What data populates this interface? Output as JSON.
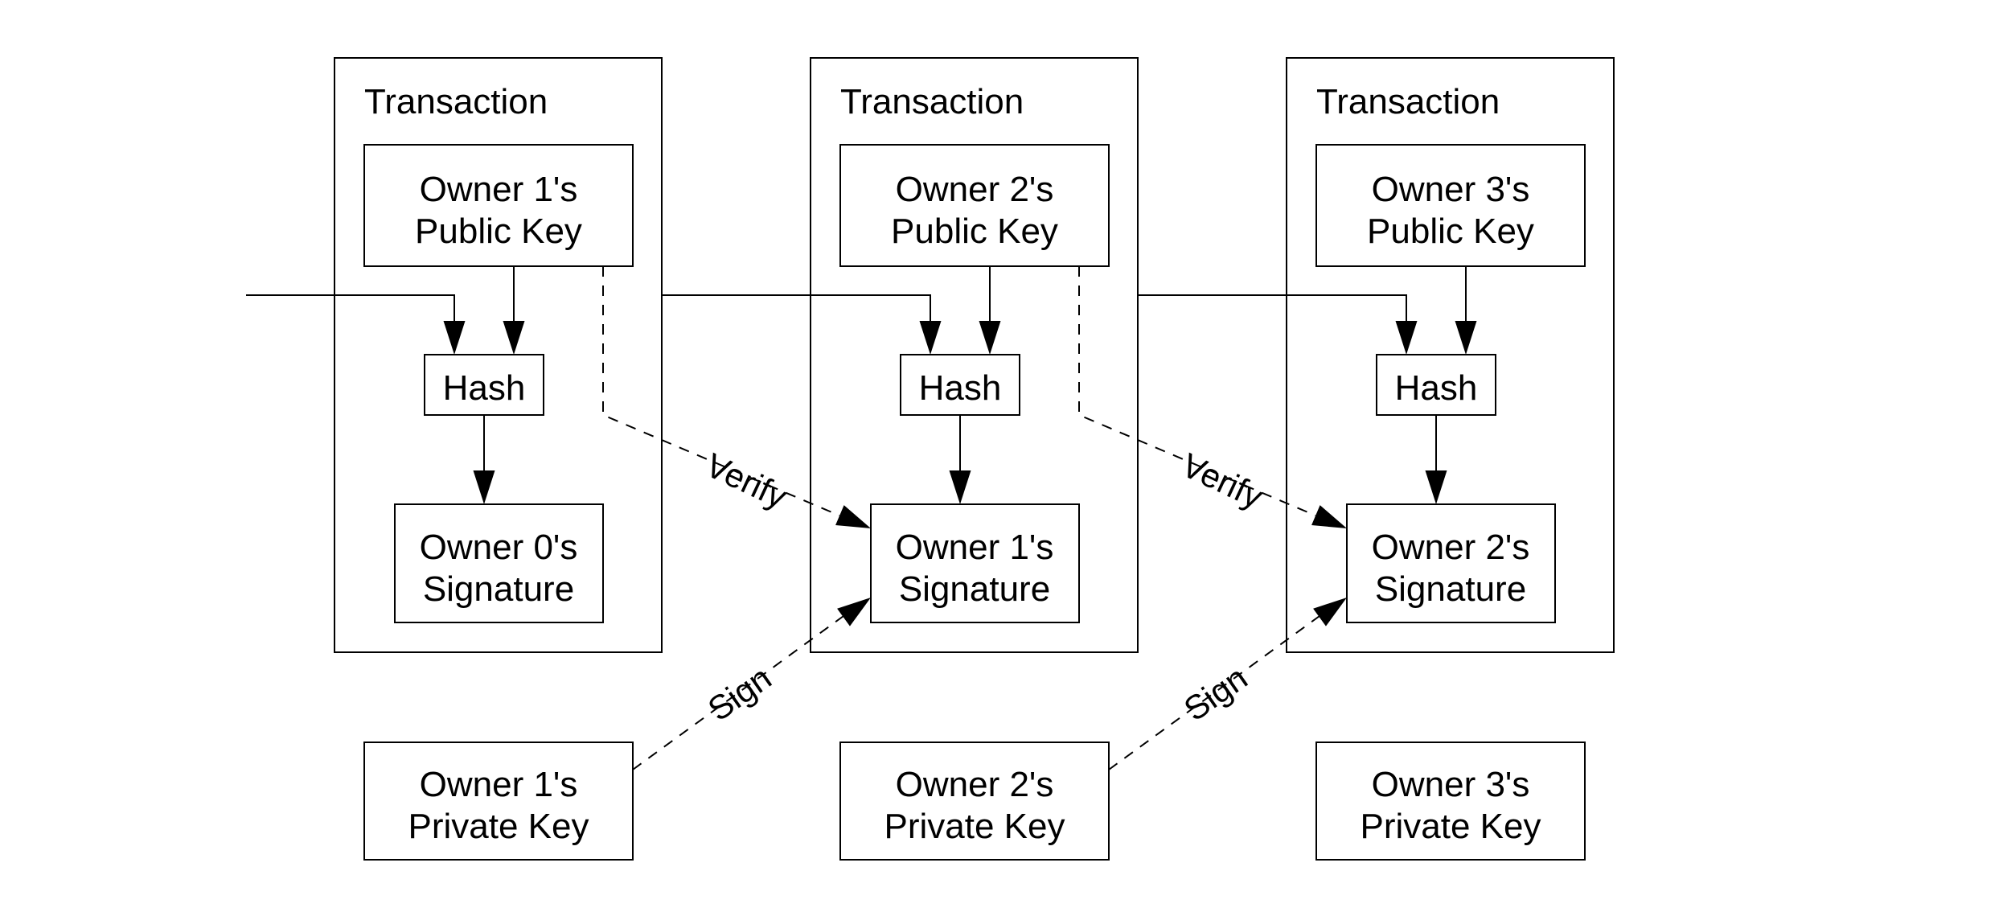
{
  "figure": {
    "background_color": "#ffffff",
    "line_color": "#000000",
    "text_color": "#000000",
    "transactions": [
      {
        "title": "Transaction",
        "public_key_line1": "Owner 1's",
        "public_key_line2": "Public Key",
        "hash_label": "Hash",
        "signature_line1": "Owner 0's",
        "signature_line2": "Signature"
      },
      {
        "title": "Transaction",
        "public_key_line1": "Owner 2's",
        "public_key_line2": "Public Key",
        "hash_label": "Hash",
        "signature_line1": "Owner 1's",
        "signature_line2": "Signature"
      },
      {
        "title": "Transaction",
        "public_key_line1": "Owner 3's",
        "public_key_line2": "Public Key",
        "hash_label": "Hash",
        "signature_line1": "Owner 2's",
        "signature_line2": "Signature"
      }
    ],
    "private_keys": [
      {
        "line1": "Owner 1's",
        "line2": "Private Key"
      },
      {
        "line1": "Owner 2's",
        "line2": "Private Key"
      },
      {
        "line1": "Owner 3's",
        "line2": "Private Key"
      }
    ],
    "verify_labels": [
      "Verify",
      "Verify"
    ],
    "sign_labels": [
      "Sign",
      "Sign"
    ]
  }
}
